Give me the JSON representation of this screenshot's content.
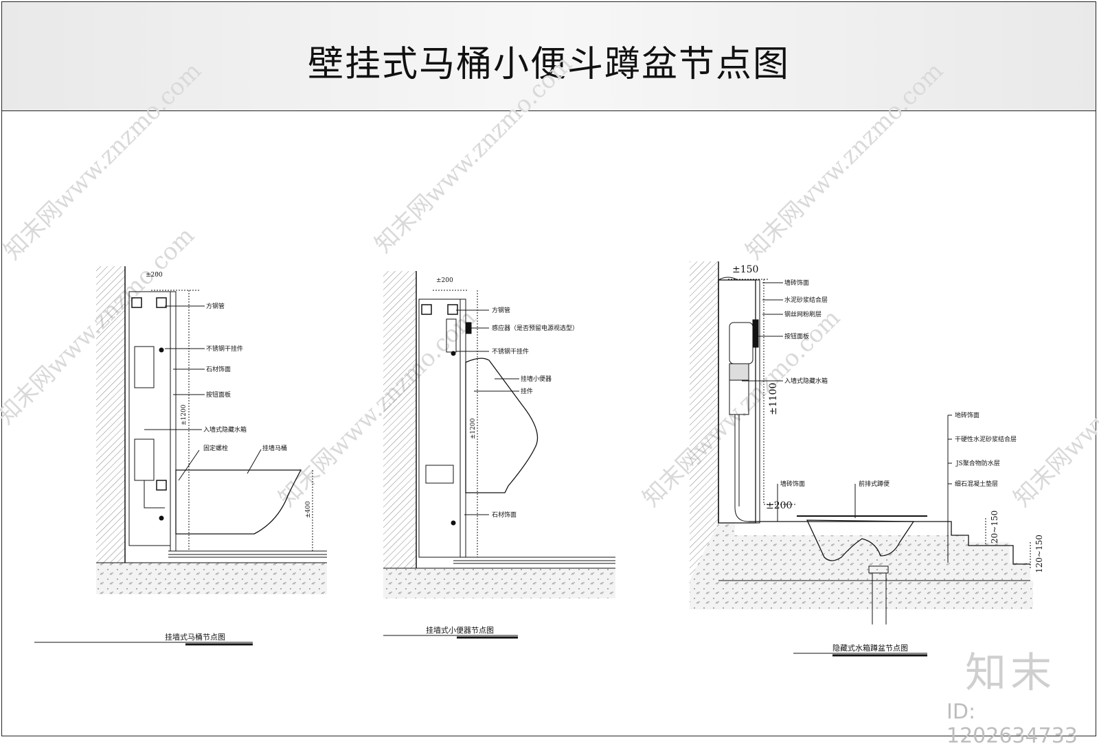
{
  "title": "壁挂式马桶小便斗蹲盆节点图",
  "watermark": "知末网www.znzmo.com",
  "brand": "知末",
  "doc_id": "ID: 1202634733",
  "colors": {
    "line": "#111111",
    "hatch": "#555555",
    "band": "#efefef",
    "watermark": "#d6d6d6"
  },
  "toilet": {
    "caption": "挂墙式马桶节点图",
    "dims": {
      "top": "±200",
      "mid": "±1200",
      "low": "±400"
    },
    "labels": [
      "方钢管",
      "不锈钢干挂件",
      "石材饰面",
      "按钮面板",
      "入墙式隐藏水箱",
      "固定螺栓",
      "挂墙马桶"
    ]
  },
  "urinal": {
    "caption": "挂墙式小便器节点图",
    "dims": {
      "top": "±200",
      "mid": "±1200"
    },
    "labels": [
      "方钢管",
      "感应器（是否预留电源视选型）",
      "不锈钢干挂件",
      "挂墙小便器",
      "挂件",
      "石材饰面"
    ]
  },
  "squat": {
    "caption": "隐藏式水箱蹲盆节点图",
    "dims": {
      "top": "±150",
      "mid": "±1100",
      "low": "±200",
      "step1": "20~150",
      "step2": "120~150"
    },
    "labels": [
      "墙砖饰面",
      "水泥砂浆结合层",
      "钢丝网粉刷层",
      "按钮面板",
      "入墙式隐藏水箱"
    ],
    "floor_labels": [
      "地砖饰面",
      "干硬性水泥砂浆结合层",
      "JS聚合物防水层",
      "细石混凝土垫层"
    ],
    "bottom_labels": [
      "墙砖饰面",
      "前排式蹲便"
    ]
  }
}
